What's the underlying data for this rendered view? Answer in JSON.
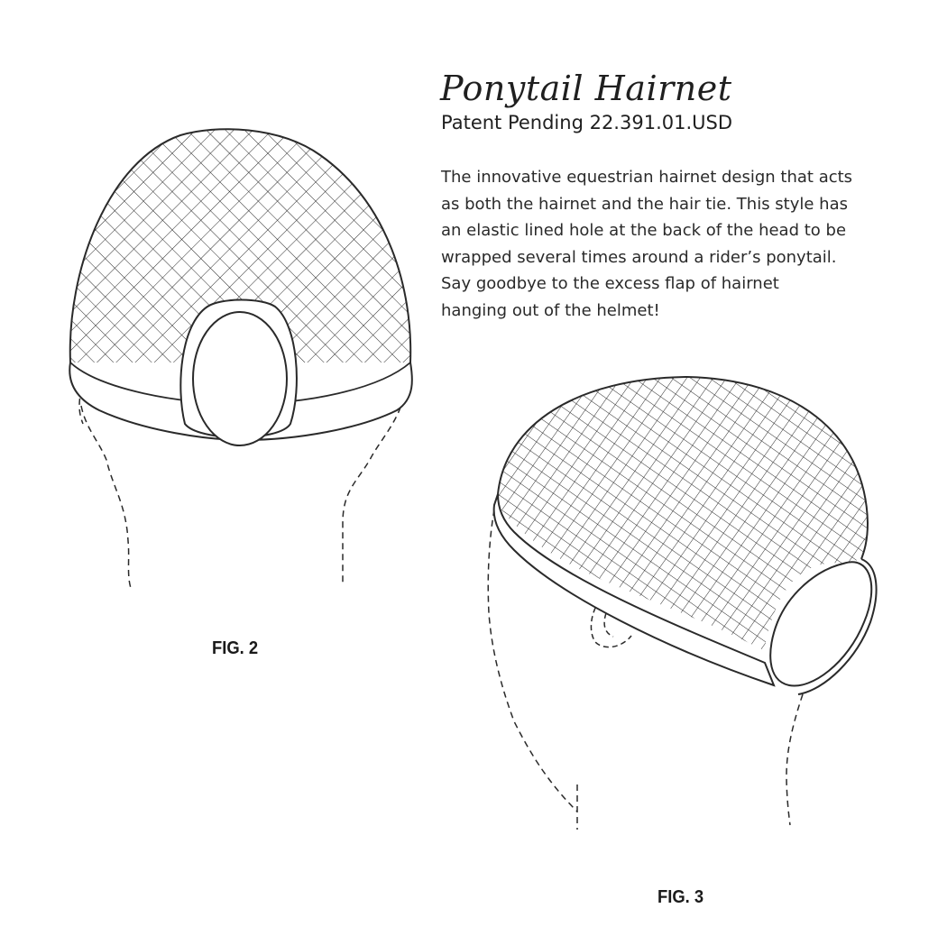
{
  "product": {
    "title": "Ponytail Hairnet",
    "patent": "Patent Pending 22.391.01.USD",
    "description_lines": [
      "The innovative equestrian hairnet design that acts",
      "as both the hairnet and the hair tie. This style has",
      "an elastic lined hole at the back of the head to be",
      "wrapped several times around a rider’s ponytail.",
      "Say goodbye to the excess flap of hairnet",
      "hanging out of the helmet!"
    ]
  },
  "figures": {
    "fig2_label": "FIG. 2",
    "fig3_label": "FIG. 3"
  },
  "colors": {
    "line": "#2a2a2a",
    "text": "#1f1f1f",
    "background": "#ffffff"
  }
}
